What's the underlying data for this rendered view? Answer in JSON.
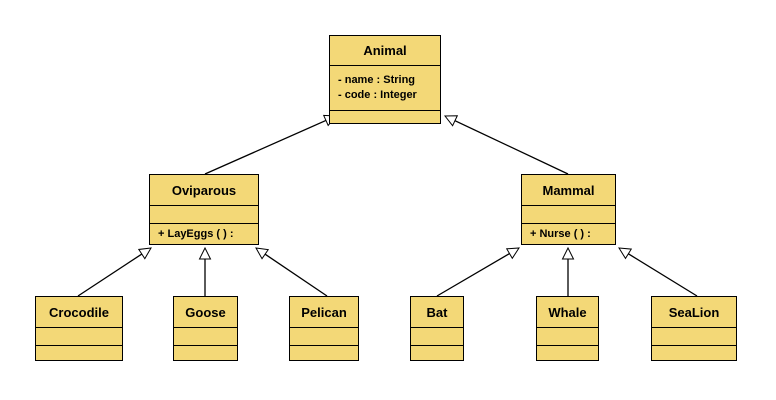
{
  "diagram": {
    "classes": {
      "animal": {
        "name": "Animal",
        "attributes": [
          "- name : String",
          "- code : Integer"
        ],
        "operations": []
      },
      "oviparous": {
        "name": "Oviparous",
        "attributes": [],
        "operations": [
          "+ LayEggs ( ) :"
        ]
      },
      "mammal": {
        "name": "Mammal",
        "attributes": [],
        "operations": [
          "+ Nurse ( ) :"
        ]
      },
      "crocodile": {
        "name": "Crocodile",
        "attributes": [],
        "operations": []
      },
      "goose": {
        "name": "Goose",
        "attributes": [],
        "operations": []
      },
      "pelican": {
        "name": "Pelican",
        "attributes": [],
        "operations": []
      },
      "bat": {
        "name": "Bat",
        "attributes": [],
        "operations": []
      },
      "whale": {
        "name": "Whale",
        "attributes": [],
        "operations": []
      },
      "sealion": {
        "name": "SeaLion",
        "attributes": [],
        "operations": []
      }
    },
    "relations": [
      {
        "type": "generalization",
        "from": "oviparous",
        "to": "animal"
      },
      {
        "type": "generalization",
        "from": "mammal",
        "to": "animal"
      },
      {
        "type": "generalization",
        "from": "crocodile",
        "to": "oviparous"
      },
      {
        "type": "generalization",
        "from": "goose",
        "to": "oviparous"
      },
      {
        "type": "generalization",
        "from": "pelican",
        "to": "oviparous"
      },
      {
        "type": "generalization",
        "from": "bat",
        "to": "mammal"
      },
      {
        "type": "generalization",
        "from": "whale",
        "to": "mammal"
      },
      {
        "type": "generalization",
        "from": "sealion",
        "to": "mammal"
      }
    ],
    "colors": {
      "class_fill": "#f3d877",
      "border": "#000000",
      "background": "#ffffff"
    }
  }
}
